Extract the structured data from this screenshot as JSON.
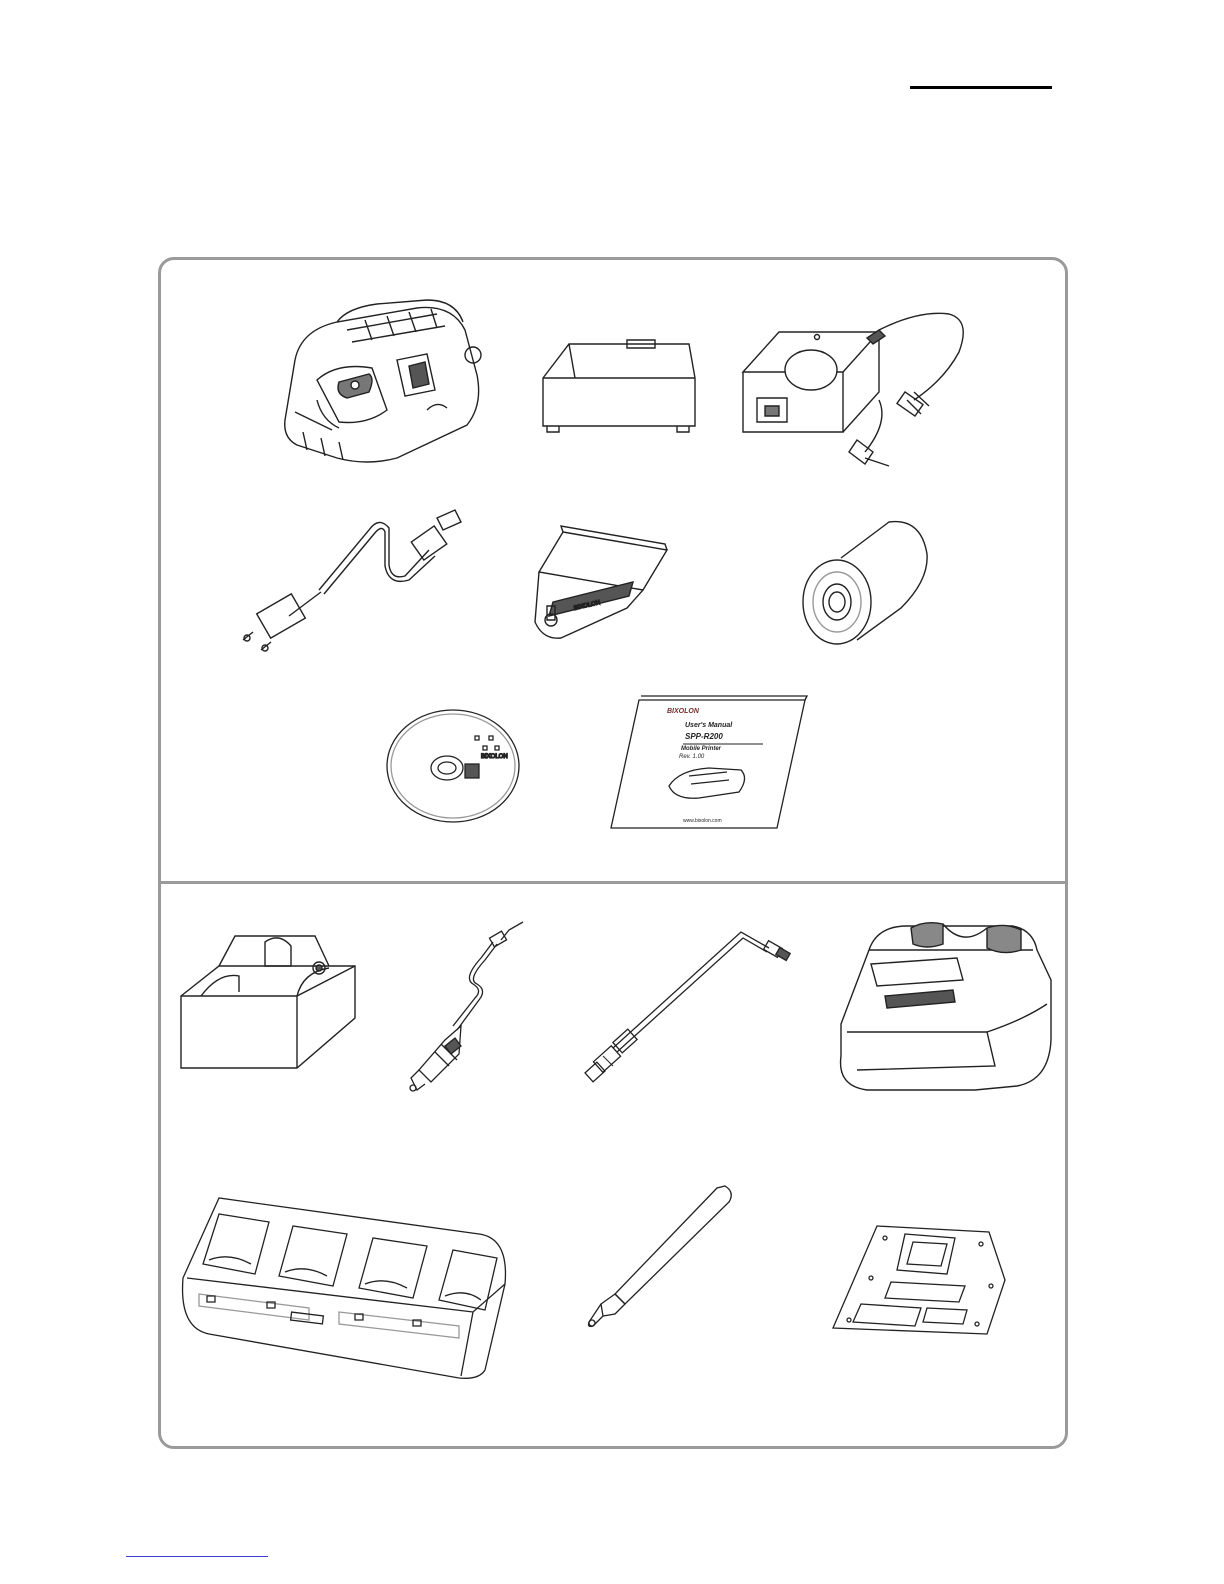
{
  "manual_cover": {
    "brand": "BIXOLON",
    "title": "User's Manual",
    "model": "SPP-R200",
    "subtitle": "Mobile Printer",
    "revision": "Rev. 1.00",
    "url": "www.bixolon.com"
  },
  "disc": {
    "brand": "BIXOLON"
  },
  "belt_clip": {
    "brand": "BIXOLON"
  },
  "included_items": [
    {
      "icon": "mobile-printer-icon"
    },
    {
      "icon": "battery-pack-icon"
    },
    {
      "icon": "ac-adapter-icon"
    },
    {
      "icon": "power-cord-icon"
    },
    {
      "icon": "belt-clip-icon"
    },
    {
      "icon": "paper-roll-icon"
    },
    {
      "icon": "cd-rom-icon"
    },
    {
      "icon": "user-manual-icon"
    }
  ],
  "optional_items": [
    {
      "icon": "cradle-icon"
    },
    {
      "icon": "vehicle-charger-icon"
    },
    {
      "icon": "usb-cable-icon"
    },
    {
      "icon": "carrying-case-icon"
    },
    {
      "icon": "quad-battery-charger-icon"
    },
    {
      "icon": "stylus-pen-icon"
    },
    {
      "icon": "mounting-bracket-icon"
    }
  ]
}
